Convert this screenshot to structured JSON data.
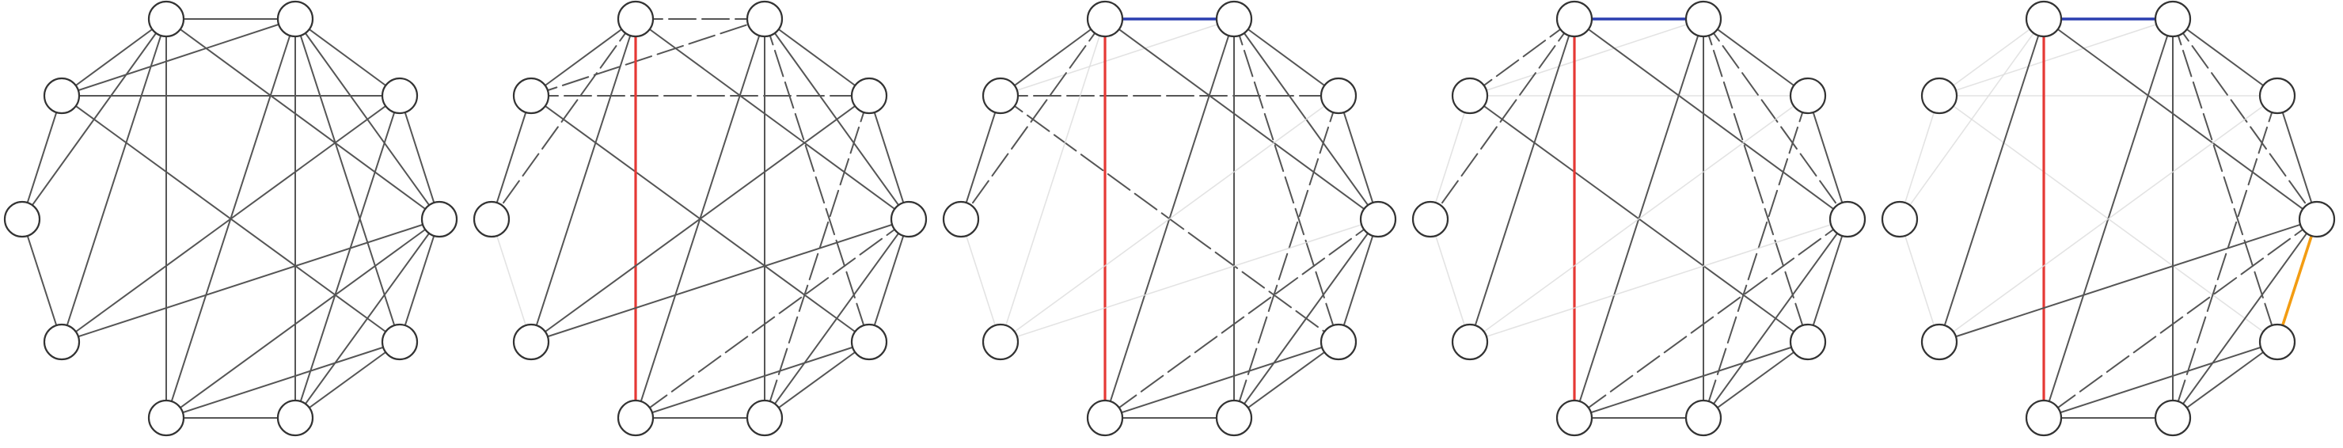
{
  "panels": [
    {
      "id": "step-1",
      "edges": [
        {
          "a": 0,
          "b": 1,
          "state": "solid"
        },
        {
          "a": 0,
          "b": 3,
          "state": "solid"
        },
        {
          "a": 0,
          "b": 5,
          "state": "solid"
        },
        {
          "a": 0,
          "b": 9,
          "state": "solid"
        },
        {
          "a": 0,
          "b": 2,
          "state": "solid"
        },
        {
          "a": 1,
          "b": 4,
          "state": "solid"
        },
        {
          "a": 1,
          "b": 7,
          "state": "solid"
        },
        {
          "a": 1,
          "b": 8,
          "state": "solid"
        },
        {
          "a": 1,
          "b": 9,
          "state": "solid"
        },
        {
          "a": 1,
          "b": 2,
          "state": "solid"
        },
        {
          "a": 2,
          "b": 3,
          "state": "solid"
        },
        {
          "a": 2,
          "b": 4,
          "state": "solid"
        },
        {
          "a": 2,
          "b": 5,
          "state": "solid"
        },
        {
          "a": 2,
          "b": 6,
          "state": "solid"
        },
        {
          "a": 2,
          "b": 7,
          "state": "solid"
        },
        {
          "a": 3,
          "b": 4,
          "state": "solid"
        },
        {
          "a": 3,
          "b": 6,
          "state": "solid"
        },
        {
          "a": 3,
          "b": 8,
          "state": "solid"
        },
        {
          "a": 4,
          "b": 5,
          "state": "solid"
        },
        {
          "a": 4,
          "b": 6,
          "state": "solid"
        },
        {
          "a": 4,
          "b": 7,
          "state": "solid"
        },
        {
          "a": 4,
          "b": 8,
          "state": "solid"
        },
        {
          "a": 5,
          "b": 6,
          "state": "solid"
        },
        {
          "a": 5,
          "b": 7,
          "state": "solid"
        },
        {
          "a": 6,
          "b": 7,
          "state": "solid"
        },
        {
          "a": 8,
          "b": 9,
          "state": "solid"
        }
      ]
    },
    {
      "id": "step-2",
      "edges": [
        {
          "a": 0,
          "b": 1,
          "state": "solid"
        },
        {
          "a": 0,
          "b": 3,
          "state": "dashed"
        },
        {
          "a": 0,
          "b": 5,
          "state": "solid"
        },
        {
          "a": 0,
          "b": 9,
          "state": "solid"
        },
        {
          "a": 0,
          "b": 2,
          "state": "dashed"
        },
        {
          "a": 1,
          "b": 4,
          "state": "solid"
        },
        {
          "a": 1,
          "b": 7,
          "state": "red"
        },
        {
          "a": 1,
          "b": 8,
          "state": "solid"
        },
        {
          "a": 1,
          "b": 9,
          "state": "dashed"
        },
        {
          "a": 1,
          "b": 2,
          "state": "dashed"
        },
        {
          "a": 2,
          "b": 3,
          "state": "solid"
        },
        {
          "a": 2,
          "b": 4,
          "state": "solid"
        },
        {
          "a": 2,
          "b": 5,
          "state": "dashed"
        },
        {
          "a": 2,
          "b": 6,
          "state": "solid"
        },
        {
          "a": 2,
          "b": 7,
          "state": "solid"
        },
        {
          "a": 3,
          "b": 4,
          "state": "solid"
        },
        {
          "a": 3,
          "b": 6,
          "state": "dashed"
        },
        {
          "a": 3,
          "b": 8,
          "state": "solid"
        },
        {
          "a": 4,
          "b": 5,
          "state": "solid"
        },
        {
          "a": 4,
          "b": 6,
          "state": "solid"
        },
        {
          "a": 4,
          "b": 7,
          "state": "dashed"
        },
        {
          "a": 4,
          "b": 8,
          "state": "solid"
        },
        {
          "a": 5,
          "b": 6,
          "state": "solid"
        },
        {
          "a": 5,
          "b": 7,
          "state": "solid"
        },
        {
          "a": 6,
          "b": 7,
          "state": "solid"
        },
        {
          "a": 8,
          "b": 9,
          "state": "faint"
        }
      ]
    },
    {
      "id": "step-3",
      "edges": [
        {
          "a": 0,
          "b": 1,
          "state": "solid"
        },
        {
          "a": 0,
          "b": 3,
          "state": "dashed"
        },
        {
          "a": 0,
          "b": 5,
          "state": "dashed"
        },
        {
          "a": 0,
          "b": 9,
          "state": "solid"
        },
        {
          "a": 0,
          "b": 2,
          "state": "faint"
        },
        {
          "a": 1,
          "b": 4,
          "state": "solid"
        },
        {
          "a": 1,
          "b": 7,
          "state": "red"
        },
        {
          "a": 1,
          "b": 8,
          "state": "faint"
        },
        {
          "a": 1,
          "b": 9,
          "state": "dashed"
        },
        {
          "a": 1,
          "b": 2,
          "state": "blue"
        },
        {
          "a": 2,
          "b": 3,
          "state": "solid"
        },
        {
          "a": 2,
          "b": 4,
          "state": "solid"
        },
        {
          "a": 2,
          "b": 5,
          "state": "dashed"
        },
        {
          "a": 2,
          "b": 6,
          "state": "solid"
        },
        {
          "a": 2,
          "b": 7,
          "state": "solid"
        },
        {
          "a": 3,
          "b": 4,
          "state": "solid"
        },
        {
          "a": 3,
          "b": 6,
          "state": "dashed"
        },
        {
          "a": 3,
          "b": 8,
          "state": "faint"
        },
        {
          "a": 4,
          "b": 5,
          "state": "solid"
        },
        {
          "a": 4,
          "b": 6,
          "state": "solid"
        },
        {
          "a": 4,
          "b": 7,
          "state": "dashed"
        },
        {
          "a": 4,
          "b": 8,
          "state": "faint"
        },
        {
          "a": 5,
          "b": 6,
          "state": "solid"
        },
        {
          "a": 5,
          "b": 7,
          "state": "solid"
        },
        {
          "a": 6,
          "b": 7,
          "state": "solid"
        },
        {
          "a": 8,
          "b": 9,
          "state": "faint"
        }
      ]
    },
    {
      "id": "step-4",
      "edges": [
        {
          "a": 0,
          "b": 1,
          "state": "dashed"
        },
        {
          "a": 0,
          "b": 3,
          "state": "faint"
        },
        {
          "a": 0,
          "b": 5,
          "state": "solid"
        },
        {
          "a": 0,
          "b": 9,
          "state": "faint"
        },
        {
          "a": 0,
          "b": 2,
          "state": "faint"
        },
        {
          "a": 1,
          "b": 4,
          "state": "solid"
        },
        {
          "a": 1,
          "b": 7,
          "state": "red"
        },
        {
          "a": 1,
          "b": 8,
          "state": "solid"
        },
        {
          "a": 1,
          "b": 9,
          "state": "dashed"
        },
        {
          "a": 1,
          "b": 2,
          "state": "blue"
        },
        {
          "a": 2,
          "b": 3,
          "state": "solid"
        },
        {
          "a": 2,
          "b": 4,
          "state": "dashed"
        },
        {
          "a": 2,
          "b": 5,
          "state": "dashed"
        },
        {
          "a": 2,
          "b": 6,
          "state": "solid"
        },
        {
          "a": 2,
          "b": 7,
          "state": "solid"
        },
        {
          "a": 3,
          "b": 4,
          "state": "solid"
        },
        {
          "a": 3,
          "b": 6,
          "state": "dashed"
        },
        {
          "a": 3,
          "b": 8,
          "state": "faint"
        },
        {
          "a": 4,
          "b": 5,
          "state": "solid"
        },
        {
          "a": 4,
          "b": 6,
          "state": "solid"
        },
        {
          "a": 4,
          "b": 7,
          "state": "dashed"
        },
        {
          "a": 4,
          "b": 8,
          "state": "faint"
        },
        {
          "a": 5,
          "b": 6,
          "state": "solid"
        },
        {
          "a": 5,
          "b": 7,
          "state": "solid"
        },
        {
          "a": 6,
          "b": 7,
          "state": "solid"
        },
        {
          "a": 8,
          "b": 9,
          "state": "faint"
        }
      ]
    },
    {
      "id": "step-5",
      "edges": [
        {
          "a": 0,
          "b": 1,
          "state": "faint"
        },
        {
          "a": 0,
          "b": 3,
          "state": "faint"
        },
        {
          "a": 0,
          "b": 5,
          "state": "faint"
        },
        {
          "a": 0,
          "b": 9,
          "state": "faint"
        },
        {
          "a": 0,
          "b": 2,
          "state": "faint"
        },
        {
          "a": 1,
          "b": 4,
          "state": "solid"
        },
        {
          "a": 1,
          "b": 7,
          "state": "red"
        },
        {
          "a": 1,
          "b": 8,
          "state": "solid"
        },
        {
          "a": 1,
          "b": 9,
          "state": "faint"
        },
        {
          "a": 1,
          "b": 2,
          "state": "blue"
        },
        {
          "a": 2,
          "b": 3,
          "state": "solid"
        },
        {
          "a": 2,
          "b": 4,
          "state": "dashed"
        },
        {
          "a": 2,
          "b": 5,
          "state": "dashed"
        },
        {
          "a": 2,
          "b": 6,
          "state": "solid"
        },
        {
          "a": 2,
          "b": 7,
          "state": "solid"
        },
        {
          "a": 3,
          "b": 4,
          "state": "solid"
        },
        {
          "a": 3,
          "b": 6,
          "state": "dashed"
        },
        {
          "a": 3,
          "b": 8,
          "state": "faint"
        },
        {
          "a": 4,
          "b": 5,
          "state": "orange"
        },
        {
          "a": 4,
          "b": 6,
          "state": "solid"
        },
        {
          "a": 4,
          "b": 7,
          "state": "dashed"
        },
        {
          "a": 4,
          "b": 8,
          "state": "solid"
        },
        {
          "a": 5,
          "b": 6,
          "state": "solid"
        },
        {
          "a": 5,
          "b": 7,
          "state": "solid"
        },
        {
          "a": 6,
          "b": 7,
          "state": "solid"
        },
        {
          "a": 8,
          "b": 9,
          "state": "faint"
        }
      ]
    }
  ],
  "style_colors": {
    "solid": "#555555",
    "dashed": "#555555",
    "faint": "#dddddd",
    "red": "#e53935",
    "blue": "#2b3fb0",
    "orange": "#f39c12",
    "node_fill": "#ffffff",
    "node_stroke": "#333333"
  }
}
